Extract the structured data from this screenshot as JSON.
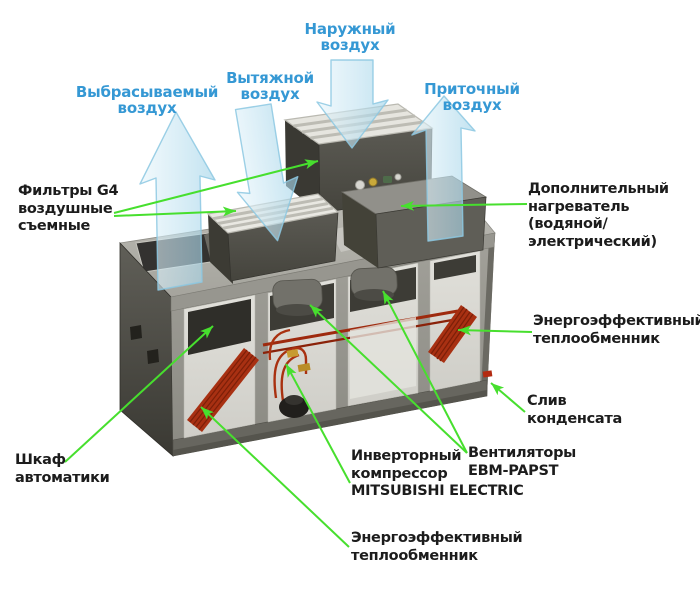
{
  "diagram": {
    "title_note": "",
    "air_flows": {
      "exhaust_discharge": {
        "lines": [
          "Выбрасываемый",
          "воздух"
        ]
      },
      "extract": {
        "lines": [
          "Вытяжной",
          "воздух"
        ]
      },
      "outdoor": {
        "lines": [
          "Наружный",
          "воздух"
        ]
      },
      "supply": {
        "lines": [
          "Приточный",
          "воздух"
        ]
      }
    },
    "components": {
      "filters": {
        "lines": [
          "Фильтры G4",
          "воздушные",
          "съемные"
        ]
      },
      "heater": {
        "lines": [
          "Дополнительный",
          "нагреватель",
          "(водяной/",
          "электрический)"
        ]
      },
      "heat_exchanger_right": {
        "lines": [
          "Энергоэффективный",
          "теплообменник"
        ]
      },
      "condensate_drain": {
        "lines": [
          "Слив",
          "конденсата"
        ]
      },
      "automation_cabinet": {
        "lines": [
          "Шкаф",
          "автоматики"
        ]
      },
      "inverter_compressor": {
        "lines": [
          "Инверторный",
          "компрессор",
          "MITSUBISHI ELECTRIC"
        ]
      },
      "fans": {
        "lines": [
          "Вентиляторы",
          "EBM-PAPST"
        ]
      },
      "heat_exchanger_bottom": {
        "lines": [
          "Энергоэффективный",
          "теплообменник"
        ]
      }
    },
    "colors": {
      "air_label": "#3598d4",
      "component_label": "#1c1c1c",
      "annotation_arrow": "#47df2e",
      "coil": "#a83012"
    }
  }
}
